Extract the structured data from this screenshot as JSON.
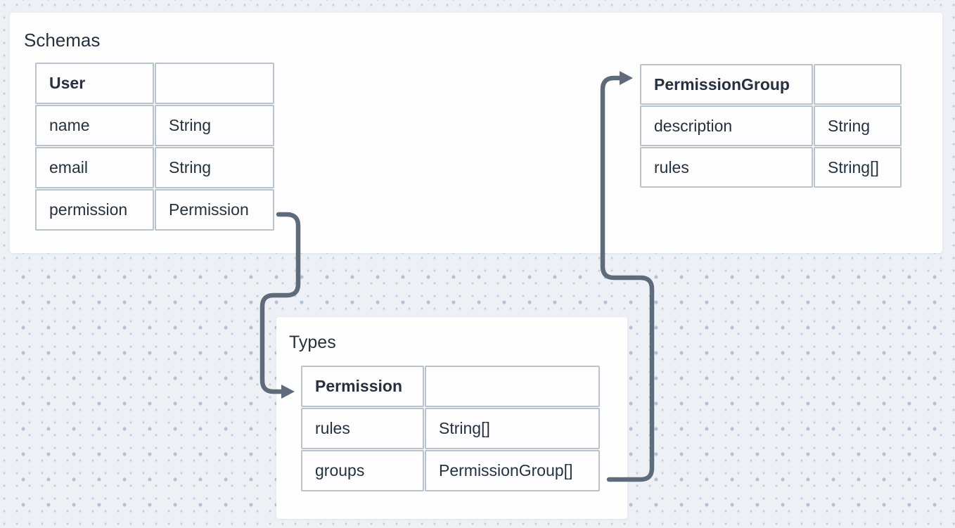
{
  "diagram": {
    "sections": {
      "schemas": {
        "title": "Schemas"
      },
      "types": {
        "title": "Types"
      }
    },
    "tables": {
      "user": {
        "name": "User",
        "fields": [
          {
            "name": "name",
            "type": "String"
          },
          {
            "name": "email",
            "type": "String"
          },
          {
            "name": "permission",
            "type": "Permission"
          }
        ]
      },
      "permissionGroup": {
        "name": "PermissionGroup",
        "fields": [
          {
            "name": "description",
            "type": "String"
          },
          {
            "name": "rules",
            "type": "String[]"
          }
        ]
      },
      "permission": {
        "name": "Permission",
        "fields": [
          {
            "name": "rules",
            "type": "String[]"
          },
          {
            "name": "groups",
            "type": "PermissionGroup[]"
          }
        ]
      }
    },
    "connections": [
      {
        "from": "User.permission",
        "to": "Permission",
        "style": "elbow-arrow"
      },
      {
        "from": "Permission.groups",
        "to": "PermissionGroup",
        "style": "elbow-arrow"
      }
    ],
    "colors": {
      "background": "#edf0f4",
      "dot_small": "#c9ced6",
      "dot_large": "#b3c2d6",
      "panel": "#fefefe",
      "table_border": "#b9c3cf",
      "text": "#263140",
      "arrow": "#5e6b7b"
    }
  }
}
